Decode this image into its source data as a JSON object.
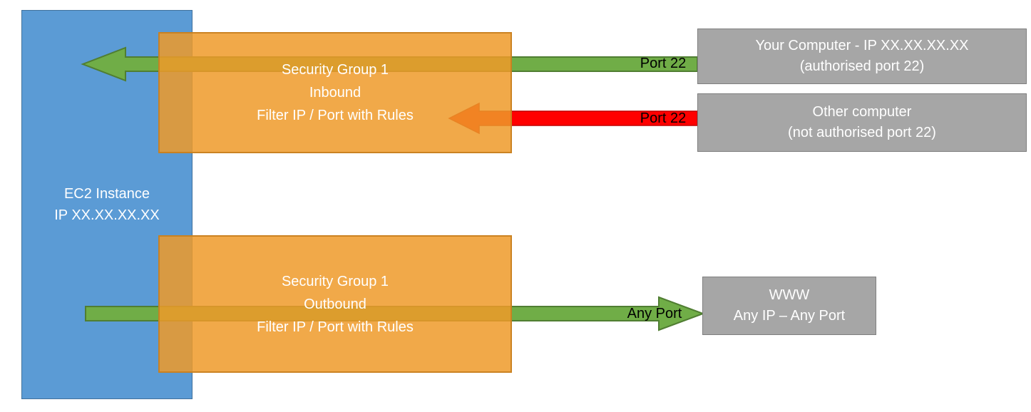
{
  "diagram": {
    "ec2": {
      "line1": "EC2 Instance",
      "line2": "IP XX.XX.XX.XX"
    },
    "sg_inbound": {
      "line1": "Security Group 1",
      "line2": "Inbound",
      "line3": "Filter IP / Port with Rules"
    },
    "sg_outbound": {
      "line1": "Security Group 1",
      "line2": "Outbound",
      "line3": "Filter IP / Port with Rules"
    },
    "your_computer": {
      "line1": "Your Computer - IP XX.XX.XX.XX",
      "line2": "(authorised port 22)"
    },
    "other_computer": {
      "line1": "Other computer",
      "line2": "(not authorised port 22)"
    },
    "www": {
      "line1": "WWW",
      "line2": "Any IP – Any Port"
    },
    "arrow_labels": {
      "inbound_allowed": "Port 22",
      "inbound_blocked": "Port 22",
      "outbound": "Any Port"
    },
    "colors": {
      "ec2_blue": "#5B9BD5",
      "security_group_orange": "#EE9A29",
      "allowed_green": "#70AD47",
      "allowed_green_border": "#507E32",
      "blocked_red": "#FF0000",
      "endpoint_gray": "#A6A6A6"
    }
  }
}
